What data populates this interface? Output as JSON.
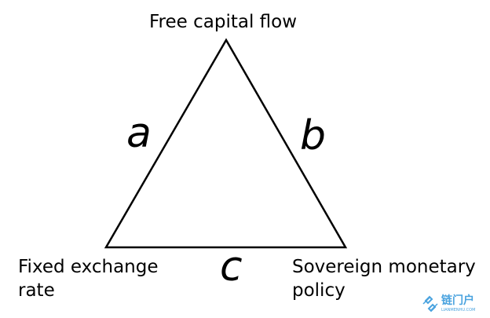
{
  "vertices": {
    "top": "Free capital flow",
    "bottom_left_line1": "Fixed exchange",
    "bottom_left_line2": "rate",
    "bottom_right_line1": "Sovereign monetary",
    "bottom_right_line2": "policy"
  },
  "sides": {
    "left": "a",
    "right": "b",
    "bottom": "c"
  },
  "watermark": {
    "logo_text": "链门户",
    "sub_text": "LIANMENHU.COM"
  },
  "colors": {
    "line": "#000000",
    "text": "#000000",
    "watermark": "#4aa3df"
  }
}
